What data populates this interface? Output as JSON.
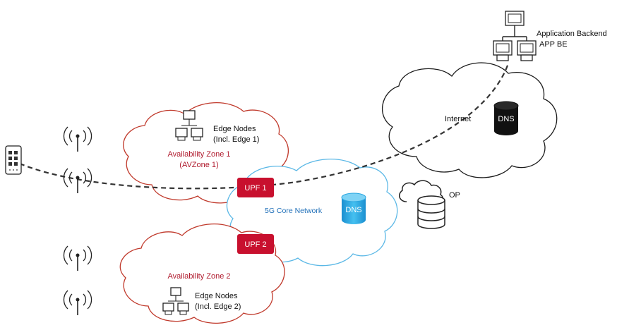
{
  "labels": {
    "app_backend_line1": "Application Backend",
    "app_backend_line2": "APP BE",
    "internet": "Internet",
    "dns_internet": "DNS",
    "dns_core": "DNS",
    "edge_nodes_1_line1": "Edge Nodes",
    "edge_nodes_1_line2": "(Incl. Edge 1)",
    "az1_line1": "Availability Zone 1",
    "az1_line2": "(AVZone 1)",
    "upf1": "UPF 1",
    "upf2": "UPF 2",
    "core_network": "5G Core Network",
    "op": "OP",
    "az2": "Availability Zone 2",
    "edge_nodes_2_line1": "Edge Nodes",
    "edge_nodes_2_line2": "(Incl. Edge 2)"
  },
  "colors": {
    "accent_red": "#c8102e",
    "zone_red_text": "#b01b2e",
    "core_blue_outline": "#5bb8e6",
    "dns_blue": "#2aa7e0",
    "dns_black": "#111111"
  },
  "icons": [
    "smartphone-icon",
    "antenna-icon",
    "computer-network-icon",
    "database-icon",
    "cloud-database-icon"
  ]
}
